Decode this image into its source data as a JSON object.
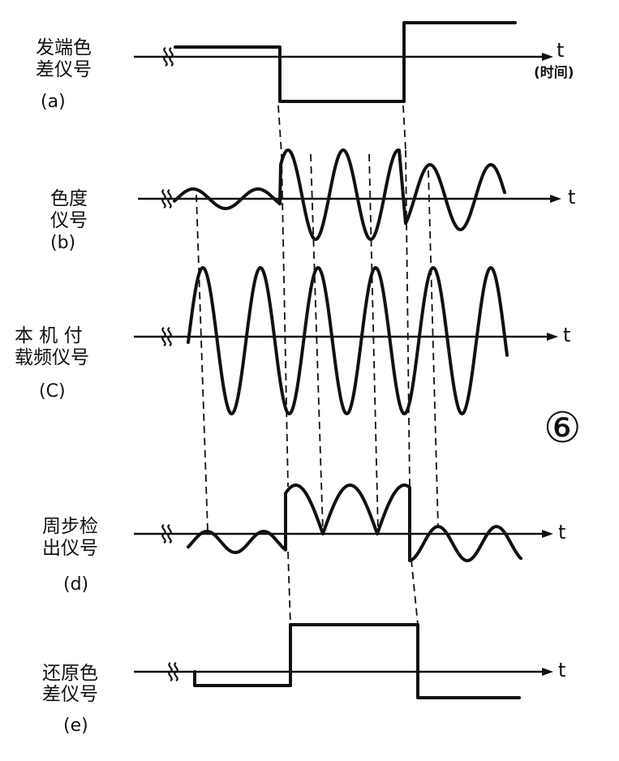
{
  "panels": [
    {
      "line1": "发端色",
      "line2": "差仪号",
      "tag": "(a)",
      "axis_label": "t"
    },
    {
      "line1": "色度",
      "line2": "仪号",
      "tag": "(b)",
      "axis_label": "t"
    },
    {
      "line1": "本 机 付",
      "line2": "载频仪号",
      "tag": "(C)",
      "axis_label": "t"
    },
    {
      "line1": "周步检",
      "line2": "出仪号",
      "tag": "(d)",
      "axis_label": "t"
    },
    {
      "line1": "还原色",
      "line2": "差仪号",
      "tag": "(e)",
      "axis_label": "t"
    }
  ],
  "time_note": "(时间)",
  "figure_number": "⑥"
}
